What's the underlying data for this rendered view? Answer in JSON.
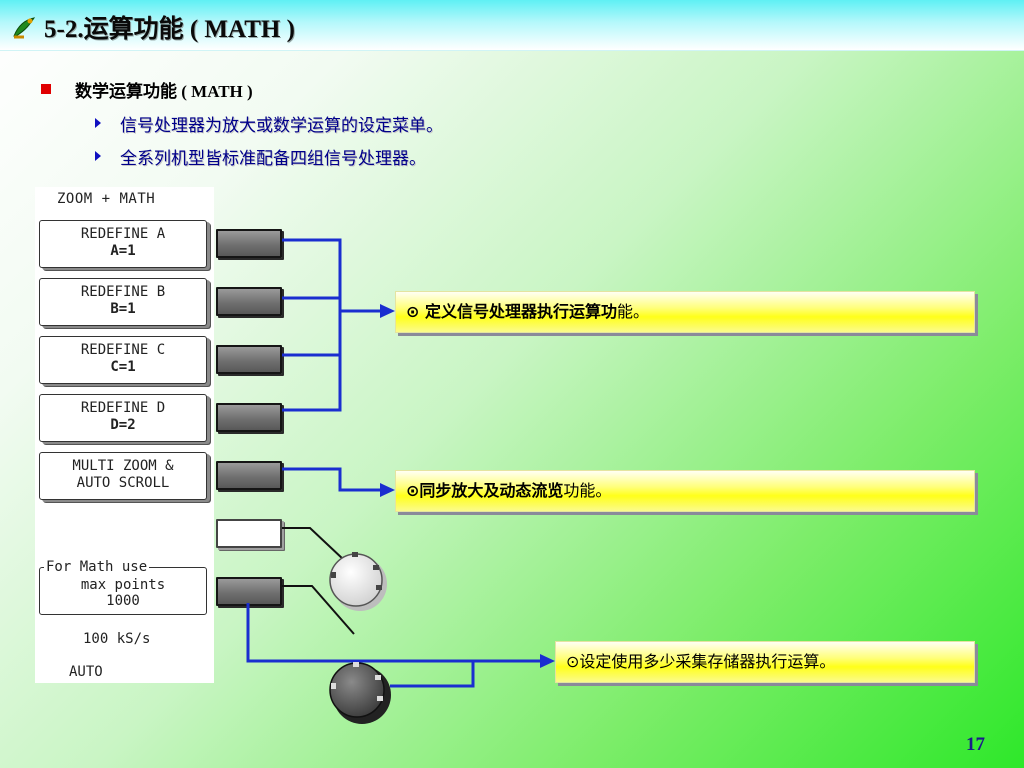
{
  "slide": {
    "title": "5-2.运算功能 ( MATH )",
    "heading": "数学运算功能 ( MATH )",
    "bullets": [
      "信号处理器为放大或数学运算的设定菜单。",
      "全系列机型皆标准配备四组信号处理器。"
    ],
    "page_number": "17"
  },
  "scope_panel": {
    "title": "ZOOM + MATH",
    "softkeys": [
      {
        "line1": "REDEFINE A",
        "line2": "A=1"
      },
      {
        "line1": "REDEFINE B",
        "line2": "B=1"
      },
      {
        "line1": "REDEFINE C",
        "line2": "C=1"
      },
      {
        "line1": "REDEFINE D",
        "line2": "D=2"
      },
      {
        "line1": "MULTI ZOOM &",
        "line2": "AUTO SCROLL"
      }
    ],
    "max_points_label": "For Math use",
    "max_points_text": "max points",
    "max_points_value": "1000",
    "sample_rate": "100 kS/s",
    "mode": "AUTO"
  },
  "callouts": [
    {
      "bold": "⊙ 定义信号处理器执行运算功",
      "normal": "能。"
    },
    {
      "bold": "⊙同步放大及动态流览",
      "normal": "功能。"
    },
    {
      "bold": "",
      "normal": "⊙设定使用多少采集存储器执行运算。"
    }
  ],
  "colors": {
    "accent_bullet": "#e00000",
    "connector": "#1a2ed0",
    "callout_fill": "#ffff1a",
    "subtext": "#00008a"
  },
  "icons": [
    "leaf-logo-icon",
    "knob-icon",
    "triangle-bullet-icon"
  ]
}
